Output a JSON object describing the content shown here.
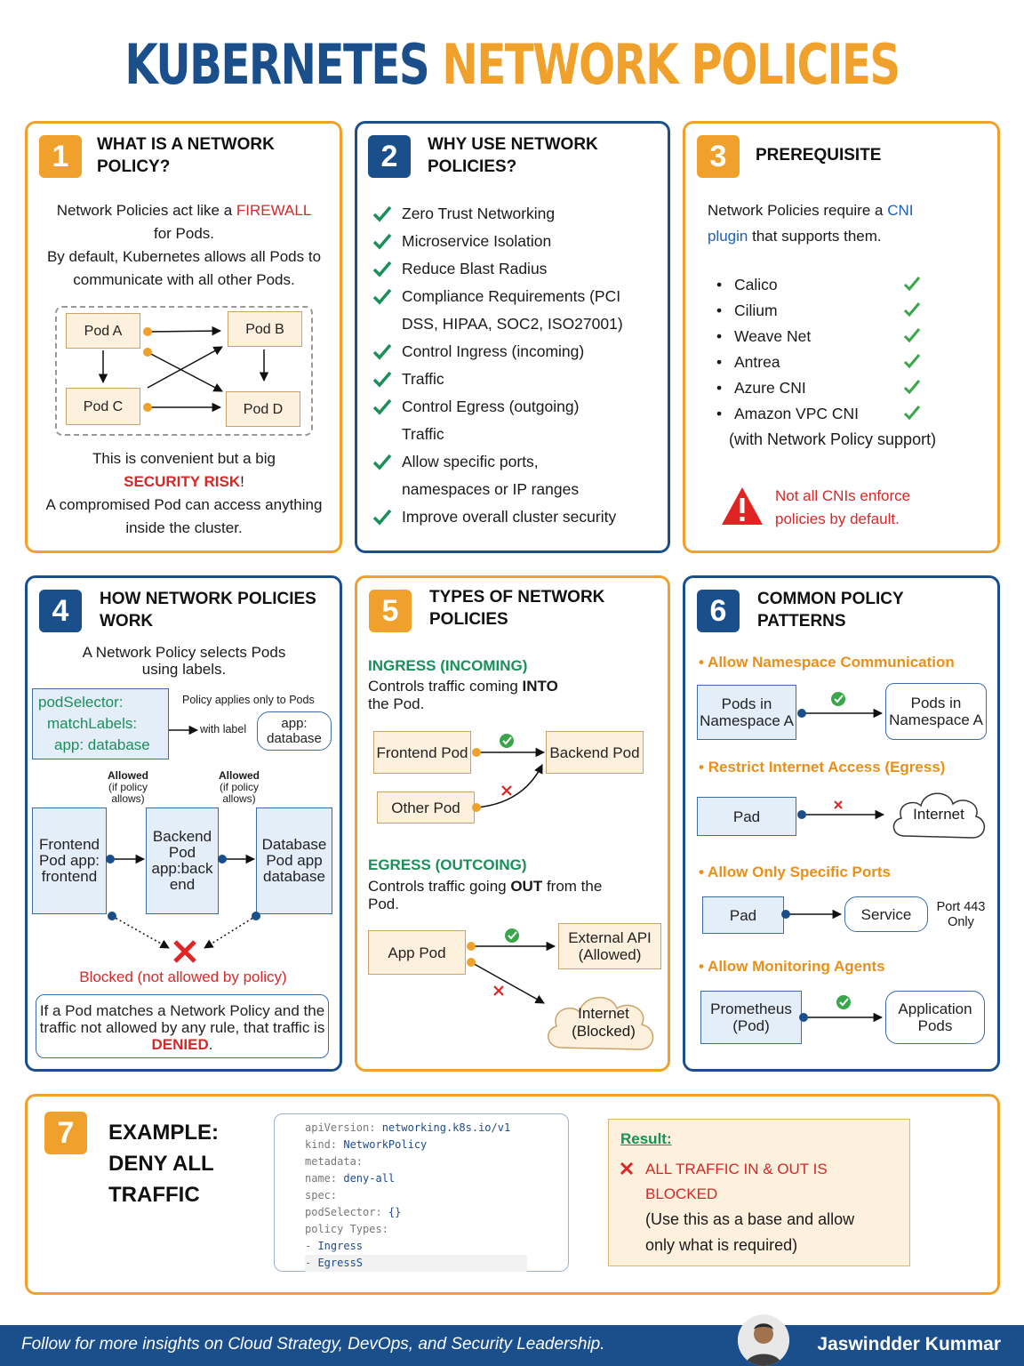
{
  "title": {
    "part1": "KUBERNETES",
    "part2": "NETWORK POLICIES"
  },
  "s1": {
    "num": "1",
    "title": "WHAT IS A NETWORK POLICY?",
    "p1a": "Network Policies act like a ",
    "p1b": "FIREWALL",
    "p1c": "for Pods.",
    "p2": "By default, Kubernetes allows all Pods to communicate with all other Pods.",
    "pods": [
      "Pod A",
      "Pod B",
      "Pod C",
      "Pod D"
    ],
    "p3": "This is convenient but a big",
    "risk": "SECURITY RISK",
    "excl": "!",
    "p4": "A compromised Pod can access anything inside the cluster."
  },
  "s2": {
    "num": "2",
    "title": "WHY USE NETWORK POLICIES?",
    "items": [
      "Zero Trust Networking",
      "Microservice Isolation",
      "Reduce Blast Radius",
      "Compliance Requirements (PCI",
      "DSS, HIPAA, SOC2, ISO27001)",
      "Control Ingress (incoming)",
      "Traffic",
      "Control Egress (outgoing)",
      "Traffic",
      "Allow specific ports,",
      "namespaces or IP ranges",
      "Improve overall cluster security"
    ]
  },
  "s3": {
    "num": "3",
    "title": "PREREQUISITE",
    "p1a": "Network Policies require a ",
    "p1b": "CNI",
    "p1c": "plugin",
    "p1d": " that supports them.",
    "cnis": [
      "Calico",
      "Cilium",
      "Weave Net",
      "Antrea",
      "Azure CNI",
      "Amazon VPC CNI"
    ],
    "note": "(with Network Policy support)",
    "warn": "Not all CNIs enforce policies by default."
  },
  "s4": {
    "num": "4",
    "title": "HOW NETWORK POLICIES WORK",
    "p1": "A Network Policy selects Pods using labels.",
    "sel1": "podSelector:",
    "sel2": "matchLabels:",
    "sel3": "app: database",
    "applies": "Policy applies only to Pods",
    "withlabel": "with label",
    "label": "app: database",
    "allowed": "Allowed",
    "allowedsub": "(if policy allows)",
    "pod1": "Frontend Pod app: frontend",
    "pod2": "Backend Pod app:back end",
    "pod3": "Database Pod app database",
    "blocked": "Blocked (not allowed by policy)",
    "rule1": "If a Pod matches a Network Policy and the traffic not allowed by any rule, that traffic is ",
    "denied": "DENIED",
    "dot": "."
  },
  "s5": {
    "num": "5",
    "title": "TYPES OF NETWORK POLICIES",
    "ingress": "INGRESS (INCOMING)",
    "ing1": "Controls traffic coming ",
    "into": "INTO",
    "ing2": "the Pod.",
    "frontend": "Frontend Pod",
    "backend": "Backend Pod",
    "other": "Other Pod",
    "egress": "EGRESS (OUTCOING)",
    "eg1": "Controls traffic going ",
    "out": "OUT",
    "eg2": " from the Pod.",
    "app": "App Pod",
    "extapi": "External API (Allowed)",
    "internet": "Internet (Blocked)"
  },
  "s6": {
    "num": "6",
    "title": "COMMON POLICY PATTERNS",
    "pat1": "Allow Namespace Communication",
    "nsA": "Pods in Namespace A",
    "nsB": "Pods in Namespace A",
    "pat2": "Restrict Internet Access (Egress)",
    "pad": "Pad",
    "internet": "Internet",
    "pat3": "Allow Only Specific Ports",
    "pad2": "Pad",
    "service": "Service",
    "port": "Port 443 Only",
    "pat4": "Allow Monitoring Agents",
    "prom": "Prometheus (Pod)",
    "apppods": "Application Pods"
  },
  "s7": {
    "num": "7",
    "t1": "EXAMPLE:",
    "t2": "DENY ALL",
    "t3": "TRAFFIC",
    "code": [
      {
        "k": "apiVersion: ",
        "v": "networking.k8s.io/v1"
      },
      {
        "k": "kind: ",
        "v": "NetworkPolicy"
      },
      {
        "k": "metadata:",
        "v": ""
      },
      {
        "k": "name: ",
        "v": "deny-all"
      },
      {
        "k": "spec:",
        "v": ""
      },
      {
        "k": "podSelector: ",
        "v": "{}"
      },
      {
        "k": "policy Types:",
        "v": ""
      },
      {
        "k": "- ",
        "v": "Ingress"
      },
      {
        "k": "- ",
        "v": "EgressS"
      }
    ],
    "result": "Result:",
    "r1": "ALL TRAFFIC IN & OUT IS",
    "r2": "BLOCKED",
    "r3": "(Use this as a base and allow",
    "r4": "only what is required)"
  },
  "footer": {
    "text": "Follow for more insights on Cloud Strategy, DevOps, and Security Leadership.",
    "name": "Jaswindder Kummar"
  },
  "colors": {
    "navy": "#1a4f8c",
    "orange": "#f0a12b",
    "red": "#d62828",
    "green": "#1b8f5a"
  }
}
